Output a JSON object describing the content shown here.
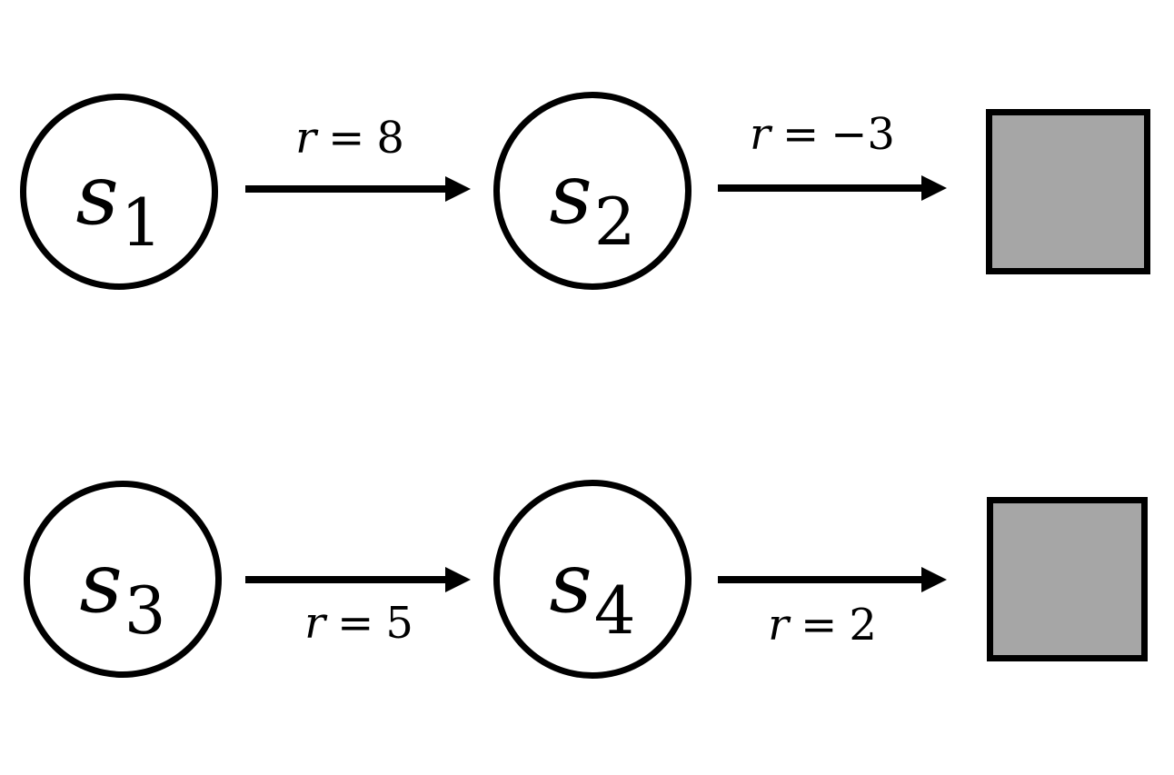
{
  "diagram": {
    "type": "state-transition-diagram",
    "colors": {
      "stroke": "#000000",
      "terminal_fill": "#a6a6a6",
      "background": "#ffffff"
    },
    "rows": [
      {
        "nodes": [
          {
            "base": "s",
            "sub": "1"
          },
          {
            "base": "s",
            "sub": "2"
          }
        ],
        "transitions": [
          {
            "var": "r",
            "eq": "=",
            "value": "8",
            "label_position": "above"
          },
          {
            "var": "r",
            "eq": "=",
            "value": "−3",
            "label_position": "above"
          }
        ],
        "terminal": "terminal-state-square"
      },
      {
        "nodes": [
          {
            "base": "s",
            "sub": "3"
          },
          {
            "base": "s",
            "sub": "4"
          }
        ],
        "transitions": [
          {
            "var": "r",
            "eq": "=",
            "value": "5",
            "label_position": "below"
          },
          {
            "var": "r",
            "eq": "=",
            "value": "2",
            "label_position": "below"
          }
        ],
        "terminal": "terminal-state-square"
      }
    ]
  }
}
